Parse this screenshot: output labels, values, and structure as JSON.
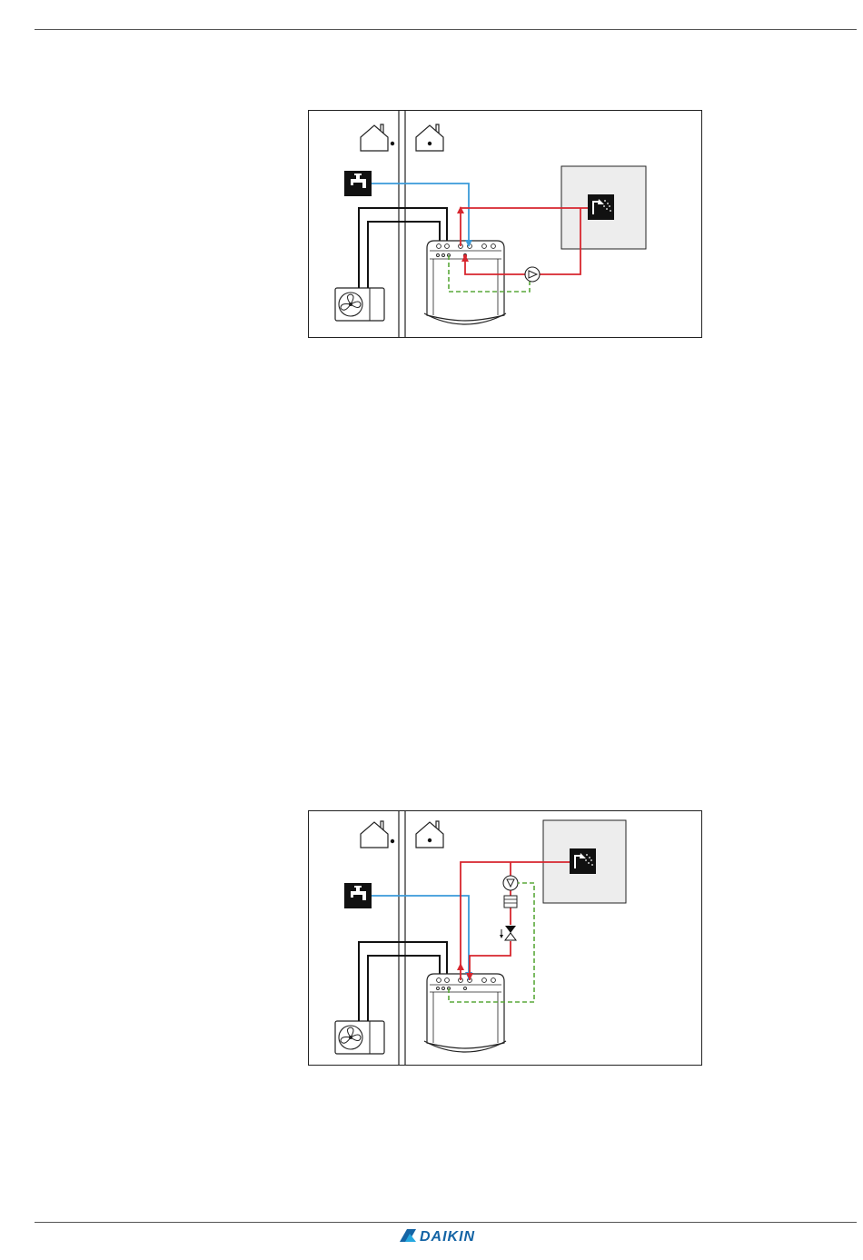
{
  "header": {},
  "figures": [
    {
      "id": "diagram-1"
    },
    {
      "id": "diagram-2"
    }
  ],
  "footer": {
    "logo_text": "DAIKIN"
  },
  "colors": {
    "supply_red": "#d7262e",
    "cold_water_blue": "#3a9ad9",
    "signal_green": "#5aa83a",
    "room_grey": "#ededed",
    "brand_blue": "#1464a5"
  },
  "icons": [
    "house-icon",
    "tap-icon",
    "shower-icon",
    "fan-icon",
    "pump-icon",
    "valve-icon",
    "filter-icon"
  ]
}
